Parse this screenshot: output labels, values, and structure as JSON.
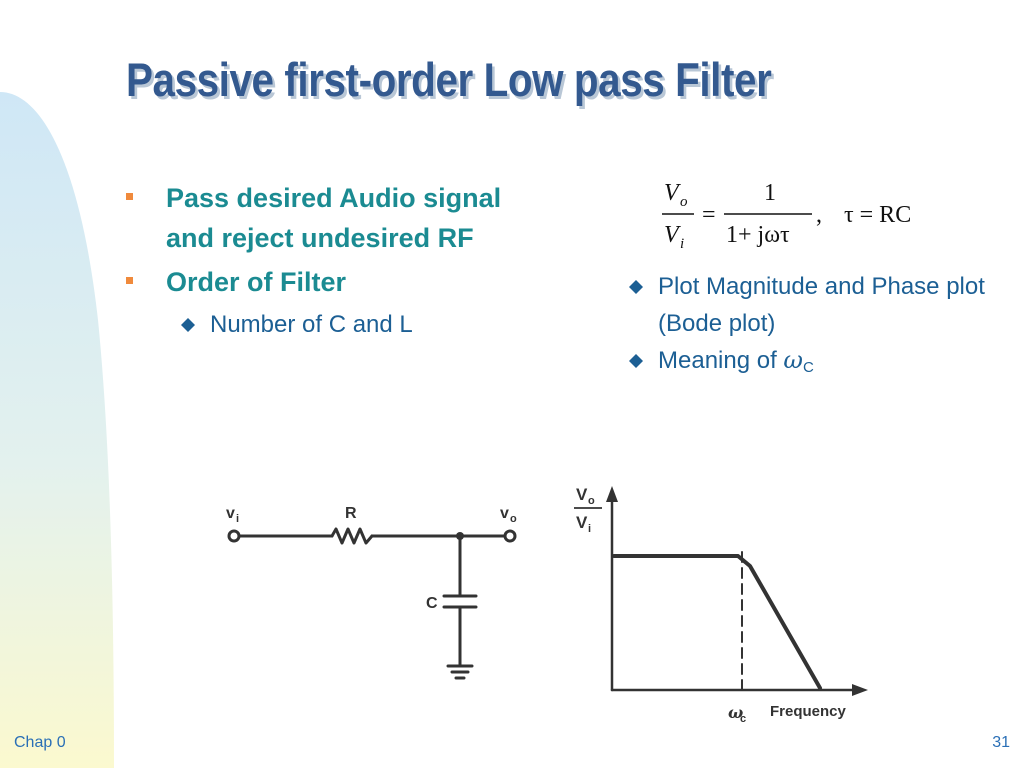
{
  "title": "Passive first-order Low pass Filter",
  "left_list": {
    "items": [
      {
        "text": "Pass desired Audio signal and reject undesired RF"
      },
      {
        "text": "Order of Filter",
        "children": [
          {
            "text": "Number of C and L"
          }
        ]
      }
    ]
  },
  "formula": {
    "lhs_num_var": "V",
    "lhs_num_sub": "o",
    "lhs_den_var": "V",
    "lhs_den_sub": "i",
    "equals": "=",
    "rhs_num": "1",
    "rhs_den": "1+ jωτ",
    "comma": ",",
    "tau_eq": "τ = RC"
  },
  "right_list": {
    "items": [
      {
        "text": "Plot Magnitude and Phase plot (Bode plot)"
      },
      {
        "text_prefix": "Meaning of ",
        "omega": "ω",
        "sub": "C"
      }
    ]
  },
  "circuit": {
    "vi_label": "v",
    "vi_sub": "i",
    "vo_label": "v",
    "vo_sub": "o",
    "r_label": "R",
    "c_label": "C"
  },
  "bode": {
    "y_num_var": "V",
    "y_num_sub": "o",
    "y_den_var": "V",
    "y_den_sub": "i",
    "x_label": "Frequency",
    "wc_label": "ω",
    "wc_sub": "c"
  },
  "footer": {
    "left": "Chap 0",
    "right": "31"
  },
  "colors": {
    "title": "#33598f",
    "level1_text": "#1b8b92",
    "level1_bullet": "#f08a3c",
    "level2_text": "#1c5f94",
    "level2_bullet": "#1c5f94",
    "footer": "#2a6fb6"
  },
  "icons": {
    "level1_bullet": "orange-square",
    "level2_bullet": "blue-diamond"
  }
}
